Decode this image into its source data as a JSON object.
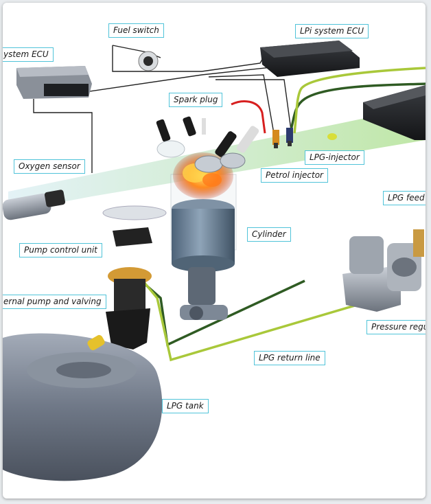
{
  "labels": {
    "system_ecu": "ystem ECU",
    "fuel_switch": "Fuel switch",
    "lpi_system_ecu": "LPi system ECU",
    "spark_plug": "Spark plug",
    "oxygen_sensor": "Oxygen sensor",
    "lpg_injector": "LPG-injector",
    "petrol_injector": "Petrol injector",
    "lpg_feed": "LPG feed",
    "cylinder": "Cylinder",
    "pump_control_unit": "Pump control unit",
    "internal_pump": "ernal pump and valving",
    "pressure_regulator": "Pressure regu",
    "lpg_return_line": "LPG return line",
    "lpg_tank": "LPG tank"
  },
  "colors": {
    "callout_border": "#4fc3d9",
    "feed_line": "#2f5b23",
    "return_line": "#a9c83a",
    "wire": "#222222",
    "intake_glow": "#bfe6a8",
    "tank": "#6f7887"
  }
}
